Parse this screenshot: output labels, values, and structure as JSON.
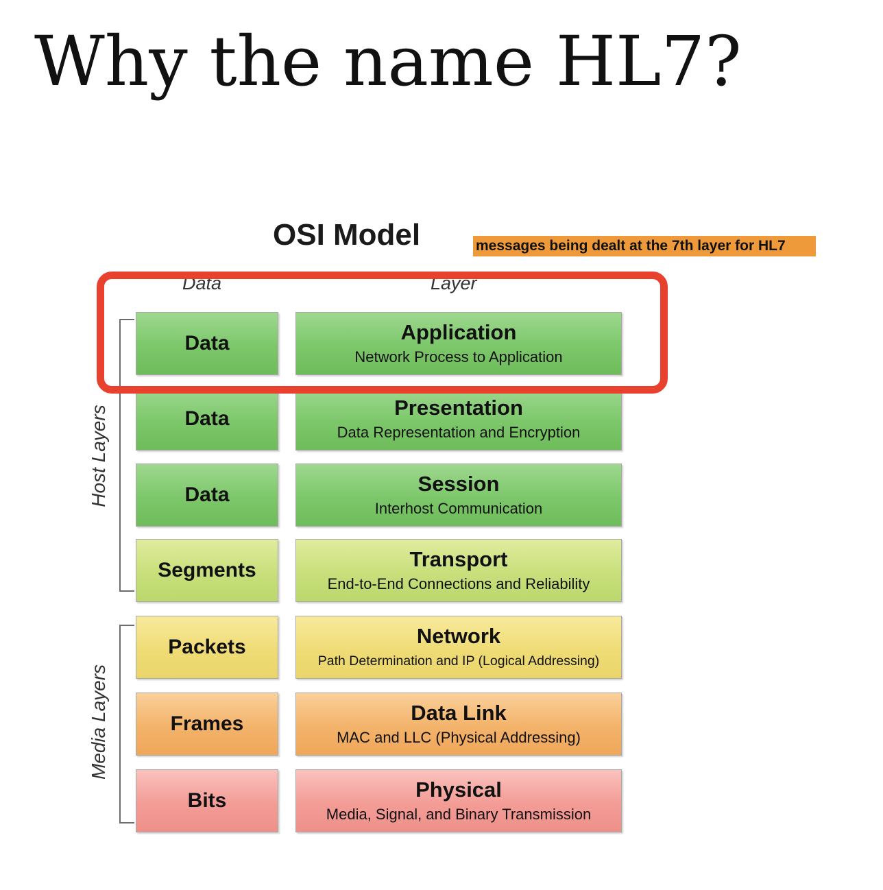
{
  "slide": {
    "title": "Why the name HL7?"
  },
  "diagram": {
    "title": "OSI Model",
    "annotation": "messages being dealt at the 7th layer for HL7",
    "headers": {
      "data": "Data",
      "layer": "Layer"
    },
    "groups": {
      "host": "Host Layers",
      "media": "Media Layers"
    },
    "layers": [
      {
        "data": "Data",
        "name": "Application",
        "description": "Network Process to Application",
        "color": "#7cc76a"
      },
      {
        "data": "Data",
        "name": "Presentation",
        "description": "Data Representation and Encryption",
        "color": "#7cc76a"
      },
      {
        "data": "Data",
        "name": "Session",
        "description": "Interhost Communication",
        "color": "#7cc76a"
      },
      {
        "data": "Segments",
        "name": "Transport",
        "description": "End-to-End Connections and Reliability",
        "color": "#c8df7b"
      },
      {
        "data": "Packets",
        "name": "Network",
        "description": "Path Determination and IP (Logical Addressing)",
        "color": "#efdc76"
      },
      {
        "data": "Frames",
        "name": "Data Link",
        "description": "MAC and LLC (Physical Addressing)",
        "color": "#f3b36a"
      },
      {
        "data": "Bits",
        "name": "Physical",
        "description": "Media, Signal, and Binary Transmission",
        "color": "#f39c96"
      }
    ],
    "highlight_color": "#e8412e",
    "annotation_color": "#ef9a3a"
  }
}
